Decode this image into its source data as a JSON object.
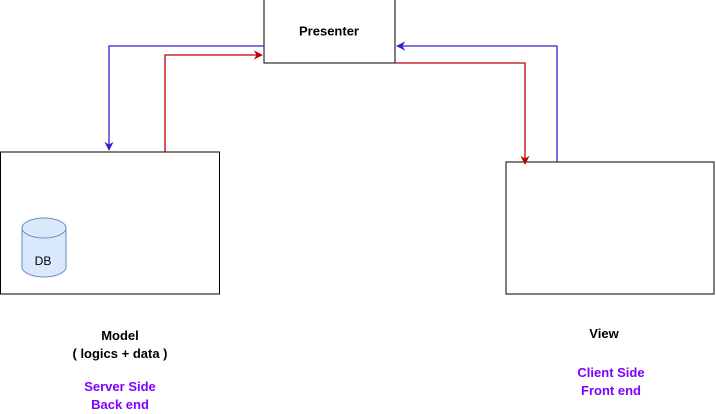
{
  "diagram": {
    "presenter": {
      "label": "Presenter"
    },
    "model": {
      "title": "Model",
      "subtitle": "( logics + data )",
      "side": "Server Side",
      "tier": "Back end"
    },
    "view": {
      "title": "View",
      "side": "Client Side",
      "tier": "Front end"
    },
    "database": {
      "label": "DB"
    }
  },
  "colors": {
    "blue_arrow": "#3a1fd0",
    "red_arrow": "#c00000",
    "db_fill": "#dae8fc",
    "db_stroke": "#6c8ebf",
    "side_text": "#7f00ff"
  }
}
